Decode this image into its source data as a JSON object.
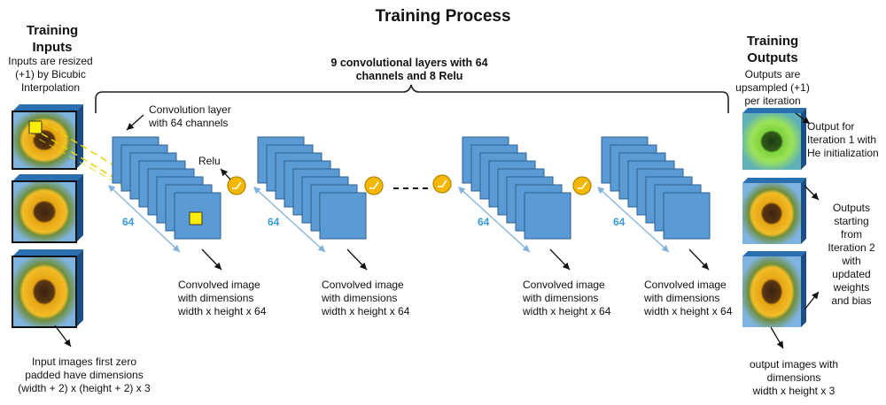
{
  "title": "Training Process",
  "inputs": {
    "heading": "Training\nInputs",
    "desc": "Inputs are resized\n(+1) by Bicubic\nInterpolation",
    "footer": "Input images first zero\npadded have dimensions\n(width + 2) x (height + 2) x 3"
  },
  "outputs": {
    "heading": "Training\nOutputs",
    "desc": "Outputs are\nupsampled (+1)\nper iteration",
    "iter1": "Output for\nIteration 1 with\nHe initialization",
    "iter2": "Outputs\nstarting\nfrom\nIteration 2\nwith\nupdated\nweights\nand bias",
    "footer": "output images with\ndimensions\nwidth x height x 3"
  },
  "layers_brace": "9 convolutional layers with 64\nchannels and 8 Relu",
  "conv_layer_label": "Convolution layer\nwith 64 channels",
  "relu_label": "Relu",
  "dim_label": "64",
  "convolved_label": "Convolved image\nwith dimensions\nwidth x height x 64",
  "colors": {
    "layer_fill": "#5b9bd5",
    "layer_stroke": "#2e5f8f",
    "relu_fill": "#f5b800",
    "dim_line": "#9dc3e6",
    "kernel": "#ffee00"
  }
}
